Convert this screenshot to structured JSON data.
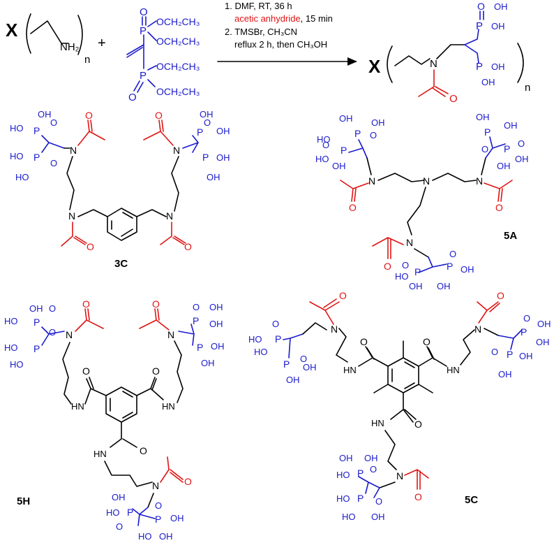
{
  "colors": {
    "carbon_skeleton": "#000000",
    "phosphonate": "#1a1acd",
    "acetyl": "#e01414"
  },
  "reaction": {
    "step1_line1": "1. DMF, RT, 36 h",
    "step1_line2": "acetic anhydride",
    "step1_line2_tail": ", 15 min",
    "step2_line1": "2. TMSBr, CH₃CN",
    "step2_line2": "reflux 2 h, then CH₃OH",
    "plus": "+",
    "reactant_core": "X",
    "reactant_subscript": "n",
    "product_core": "X",
    "product_subscript": "n",
    "amine_label": "NH₂"
  },
  "atoms": {
    "N": "N",
    "O": "O",
    "P": "P",
    "OH": "OH",
    "HO": "HO",
    "HN": "HN",
    "ethoxy": "OCH₂CH₃"
  },
  "compounds": [
    {
      "id": "3C",
      "label": "3C"
    },
    {
      "id": "5A",
      "label": "5A"
    },
    {
      "id": "5H",
      "label": "5H"
    },
    {
      "id": "5C",
      "label": "5C"
    }
  ]
}
